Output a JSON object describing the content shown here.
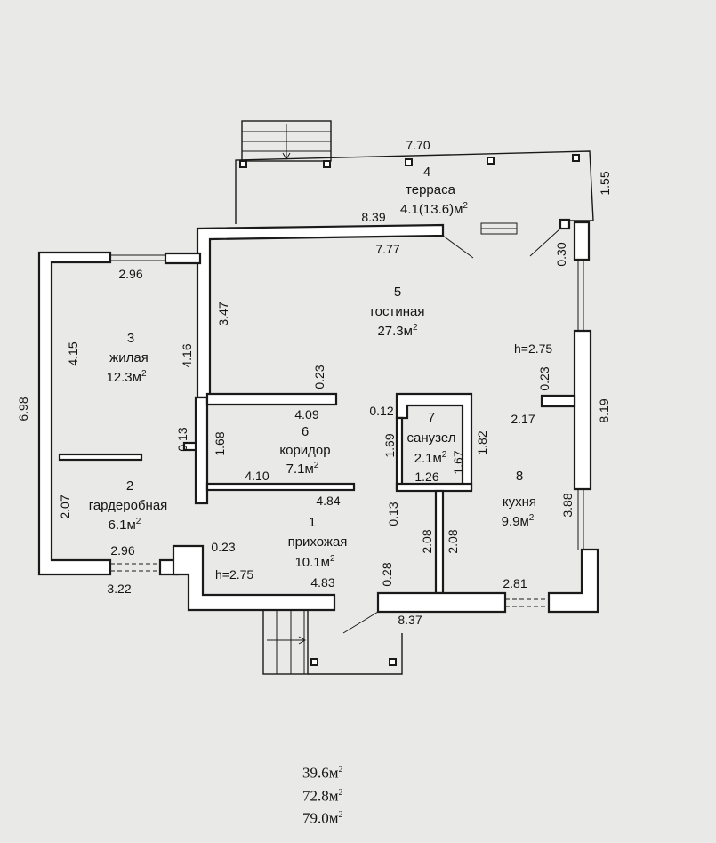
{
  "rooms": {
    "r1": {
      "num": "1",
      "name": "прихожая",
      "area": "10.1м",
      "h": "h=2.75"
    },
    "r2": {
      "num": "2",
      "name": "гардеробная",
      "area": "6.1м"
    },
    "r3": {
      "num": "3",
      "name": "жилая",
      "area": "12.3м"
    },
    "r4": {
      "num": "4",
      "name": "терраса",
      "area": "4.1(13.6)м"
    },
    "r5": {
      "num": "5",
      "name": "гостиная",
      "area": "27.3м",
      "h": "h=2.75"
    },
    "r6": {
      "num": "6",
      "name": "коридор",
      "area": "7.1м"
    },
    "r7": {
      "num": "7",
      "name": "санузел",
      "area": "2.1м"
    },
    "r8": {
      "num": "8",
      "name": "кухня",
      "area": "9.9м"
    }
  },
  "area_unit_exp": "2",
  "dims": {
    "d770": "7.70",
    "d155": "1.55",
    "d839": "8.39",
    "d777": "7.77",
    "d030": "0.30",
    "d296a": "2.96",
    "d347": "3.47",
    "d415": "4.15",
    "d416": "4.16",
    "d698": "6.98",
    "d023a": "0.23",
    "d023b": "0.23",
    "d409": "4.09",
    "d012": "0.12",
    "d169": "1.69",
    "d167": "1.67",
    "d182": "1.82",
    "d217": "2.17",
    "d819": "8.19",
    "d013a": "0.13",
    "d168": "1.68",
    "d410": "4.10",
    "d126": "1.26",
    "d484": "4.84",
    "d207": "2.07",
    "d296b": "2.96",
    "d322": "3.22",
    "d023c": "0.23",
    "d013b": "0.13",
    "d208a": "2.08",
    "d208b": "2.08",
    "d388": "3.88",
    "d483": "4.83",
    "d028": "0.28",
    "d281": "2.81",
    "d837": "8.37"
  },
  "totals": [
    "39.6м",
    "72.8м",
    "79.0м"
  ]
}
